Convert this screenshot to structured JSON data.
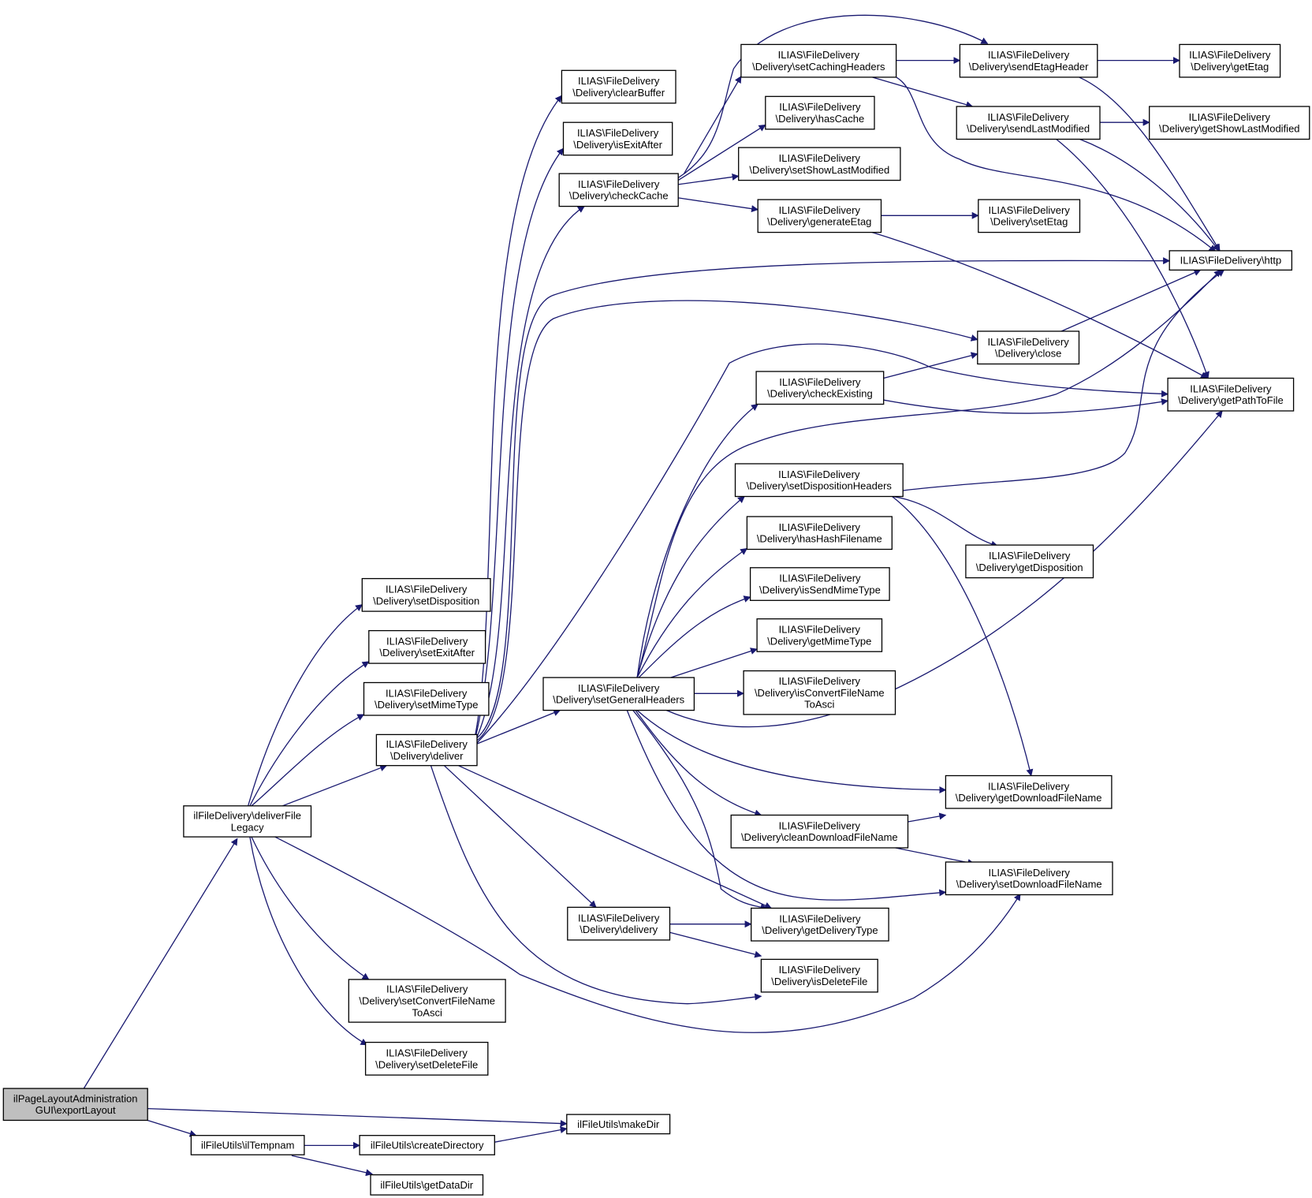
{
  "graph": {
    "nodes": {
      "exportLayout": [
        "ilPageLayoutAdministration",
        "GUI\\exportLayout"
      ],
      "deliverFileLegacy": [
        "ilFileDelivery\\deliverFile",
        "Legacy"
      ],
      "ilTempnam": [
        "ilFileUtils\\ilTempnam"
      ],
      "makeDir": [
        "ilFileUtils\\makeDir"
      ],
      "createDirectory": [
        "ilFileUtils\\createDirectory"
      ],
      "getDataDir": [
        "ilFileUtils\\getDataDir"
      ],
      "setDisposition": [
        "ILIAS\\FileDelivery",
        "\\Delivery\\setDisposition"
      ],
      "setExitAfter": [
        "ILIAS\\FileDelivery",
        "\\Delivery\\setExitAfter"
      ],
      "setMimeType": [
        "ILIAS\\FileDelivery",
        "\\Delivery\\setMimeType"
      ],
      "deliver": [
        "ILIAS\\FileDelivery",
        "\\Delivery\\deliver"
      ],
      "setConvertFileNameToAsci": [
        "ILIAS\\FileDelivery",
        "\\Delivery\\setConvertFileName",
        "ToAsci"
      ],
      "setDeleteFile": [
        "ILIAS\\FileDelivery",
        "\\Delivery\\setDeleteFile"
      ],
      "clearBuffer": [
        "ILIAS\\FileDelivery",
        "\\Delivery\\clearBuffer"
      ],
      "isExitAfter": [
        "ILIAS\\FileDelivery",
        "\\Delivery\\isExitAfter"
      ],
      "checkCache": [
        "ILIAS\\FileDelivery",
        "\\Delivery\\checkCache"
      ],
      "setGeneralHeaders": [
        "ILIAS\\FileDelivery",
        "\\Delivery\\setGeneralHeaders"
      ],
      "delivery": [
        "ILIAS\\FileDelivery",
        "\\Delivery\\delivery"
      ],
      "setCachingHeaders": [
        "ILIAS\\FileDelivery",
        "\\Delivery\\setCachingHeaders"
      ],
      "hasCache": [
        "ILIAS\\FileDelivery",
        "\\Delivery\\hasCache"
      ],
      "setShowLastModified": [
        "ILIAS\\FileDelivery",
        "\\Delivery\\setShowLastModified"
      ],
      "generateEtag": [
        "ILIAS\\FileDelivery",
        "\\Delivery\\generateEtag"
      ],
      "checkExisting": [
        "ILIAS\\FileDelivery",
        "\\Delivery\\checkExisting"
      ],
      "setDispositionHeaders": [
        "ILIAS\\FileDelivery",
        "\\Delivery\\setDispositionHeaders"
      ],
      "hasHashFilename": [
        "ILIAS\\FileDelivery",
        "\\Delivery\\hasHashFilename"
      ],
      "isSendMimeType": [
        "ILIAS\\FileDelivery",
        "\\Delivery\\isSendMimeType"
      ],
      "getMimeType": [
        "ILIAS\\FileDelivery",
        "\\Delivery\\getMimeType"
      ],
      "isConvertFileNameToAsci": [
        "ILIAS\\FileDelivery",
        "\\Delivery\\isConvertFileName",
        "ToAsci"
      ],
      "cleanDownloadFileName": [
        "ILIAS\\FileDelivery",
        "\\Delivery\\cleanDownloadFileName"
      ],
      "getDeliveryType": [
        "ILIAS\\FileDelivery",
        "\\Delivery\\getDeliveryType"
      ],
      "isDeleteFile": [
        "ILIAS\\FileDelivery",
        "\\Delivery\\isDeleteFile"
      ],
      "sendEtagHeader": [
        "ILIAS\\FileDelivery",
        "\\Delivery\\sendEtagHeader"
      ],
      "sendLastModified": [
        "ILIAS\\FileDelivery",
        "\\Delivery\\sendLastModified"
      ],
      "setEtag": [
        "ILIAS\\FileDelivery",
        "\\Delivery\\setEtag"
      ],
      "close": [
        "ILIAS\\FileDelivery",
        "\\Delivery\\close"
      ],
      "getDisposition": [
        "ILIAS\\FileDelivery",
        "\\Delivery\\getDisposition"
      ],
      "getDownloadFileName": [
        "ILIAS\\FileDelivery",
        "\\Delivery\\getDownloadFileName"
      ],
      "setDownloadFileName": [
        "ILIAS\\FileDelivery",
        "\\Delivery\\setDownloadFileName"
      ],
      "getEtag": [
        "ILIAS\\FileDelivery",
        "\\Delivery\\getEtag"
      ],
      "getShowLastModified": [
        "ILIAS\\FileDelivery",
        "\\Delivery\\getShowLastModified"
      ],
      "http": [
        "ILIAS\\FileDelivery\\http"
      ],
      "getPathToFile": [
        "ILIAS\\FileDelivery",
        "\\Delivery\\getPathToFile"
      ]
    },
    "edges": [
      [
        "exportLayout",
        "deliverFileLegacy"
      ],
      [
        "exportLayout",
        "makeDir"
      ],
      [
        "exportLayout",
        "ilTempnam"
      ],
      [
        "ilTempnam",
        "createDirectory"
      ],
      [
        "ilTempnam",
        "getDataDir"
      ],
      [
        "createDirectory",
        "makeDir"
      ],
      [
        "deliverFileLegacy",
        "setDisposition"
      ],
      [
        "deliverFileLegacy",
        "setExitAfter"
      ],
      [
        "deliverFileLegacy",
        "setMimeType"
      ],
      [
        "deliverFileLegacy",
        "deliver"
      ],
      [
        "deliverFileLegacy",
        "setConvertFileNameToAsci"
      ],
      [
        "deliverFileLegacy",
        "setDeleteFile"
      ],
      [
        "deliverFileLegacy",
        "setDownloadFileName"
      ],
      [
        "deliver",
        "clearBuffer"
      ],
      [
        "deliver",
        "isExitAfter"
      ],
      [
        "deliver",
        "checkCache"
      ],
      [
        "deliver",
        "http"
      ],
      [
        "deliver",
        "close"
      ],
      [
        "deliver",
        "getPathToFile"
      ],
      [
        "deliver",
        "setGeneralHeaders"
      ],
      [
        "deliver",
        "delivery"
      ],
      [
        "deliver",
        "getDeliveryType"
      ],
      [
        "deliver",
        "isDeleteFile"
      ],
      [
        "checkCache",
        "setCachingHeaders"
      ],
      [
        "checkCache",
        "sendEtagHeader"
      ],
      [
        "checkCache",
        "hasCache"
      ],
      [
        "checkCache",
        "setShowLastModified"
      ],
      [
        "checkCache",
        "generateEtag"
      ],
      [
        "setCachingHeaders",
        "sendEtagHeader"
      ],
      [
        "setCachingHeaders",
        "sendLastModified"
      ],
      [
        "setCachingHeaders",
        "http"
      ],
      [
        "sendEtagHeader",
        "getEtag"
      ],
      [
        "sendEtagHeader",
        "http"
      ],
      [
        "sendLastModified",
        "getShowLastModified"
      ],
      [
        "sendLastModified",
        "http"
      ],
      [
        "sendLastModified",
        "getPathToFile"
      ],
      [
        "generateEtag",
        "setEtag"
      ],
      [
        "generateEtag",
        "getPathToFile"
      ],
      [
        "close",
        "http"
      ],
      [
        "setGeneralHeaders",
        "checkExisting"
      ],
      [
        "setGeneralHeaders",
        "http"
      ],
      [
        "setGeneralHeaders",
        "setDispositionHeaders"
      ],
      [
        "setGeneralHeaders",
        "hasHashFilename"
      ],
      [
        "setGeneralHeaders",
        "isSendMimeType"
      ],
      [
        "setGeneralHeaders",
        "getMimeType"
      ],
      [
        "setGeneralHeaders",
        "isConvertFileNameToAsci"
      ],
      [
        "setGeneralHeaders",
        "getPathToFile"
      ],
      [
        "setGeneralHeaders",
        "getDownloadFileName"
      ],
      [
        "setGeneralHeaders",
        "cleanDownloadFileName"
      ],
      [
        "setGeneralHeaders",
        "setDownloadFileName"
      ],
      [
        "setGeneralHeaders",
        "getDeliveryType"
      ],
      [
        "checkExisting",
        "close"
      ],
      [
        "checkExisting",
        "getPathToFile"
      ],
      [
        "setDispositionHeaders",
        "http"
      ],
      [
        "setDispositionHeaders",
        "getDisposition"
      ],
      [
        "setDispositionHeaders",
        "getDownloadFileName"
      ],
      [
        "cleanDownloadFileName",
        "getDownloadFileName"
      ],
      [
        "cleanDownloadFileName",
        "setDownloadFileName"
      ],
      [
        "delivery",
        "getDeliveryType"
      ],
      [
        "delivery",
        "isDeleteFile"
      ]
    ]
  },
  "colors": {
    "edge": "#191970",
    "root_fill": "#bfbfbf",
    "node_fill": "#ffffff",
    "node_border": "#000000"
  }
}
